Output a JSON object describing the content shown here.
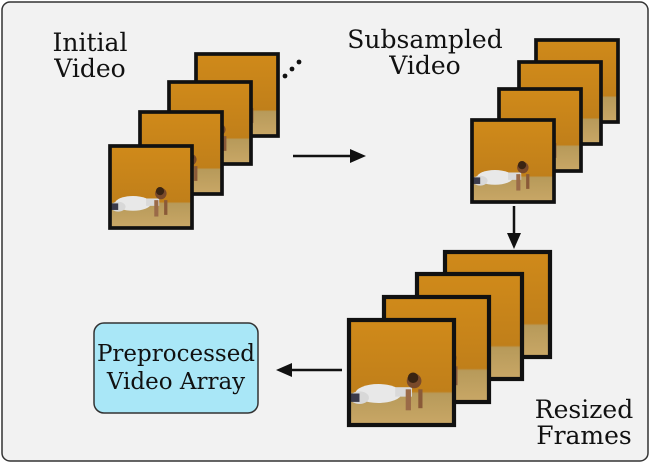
{
  "labels": {
    "initial_line1": "Initial",
    "initial_line2": "Video",
    "subsampled_line1": "Subsampled",
    "subsampled_line2": "Video",
    "resized_line1": "Resized",
    "resized_line2": "Frames"
  },
  "box": {
    "line1": "Preprocessed",
    "line2": "Video Array"
  },
  "colors": {
    "background": "#f2f2f2",
    "border": "#333333",
    "frame_border": "#111111",
    "frame_fill": "#c8861c",
    "box_fill": "#a9e7f7",
    "box_border": "#333333"
  },
  "stacks": {
    "initial_frame_count": 4,
    "subsampled_frame_count": 4,
    "resized_frame_count": 4
  }
}
